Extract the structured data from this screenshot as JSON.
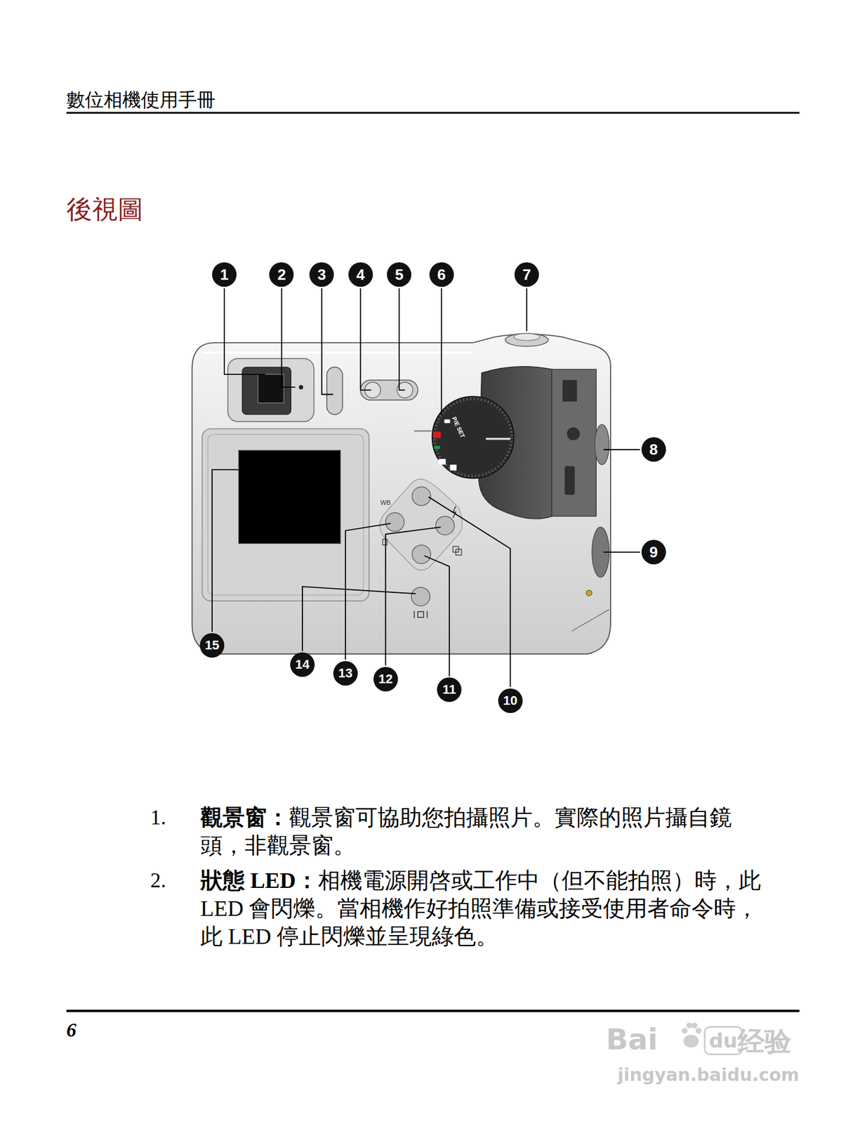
{
  "diagram": {
    "title": "後視圖",
    "labels": [
      "數位相機使用手冊",
      "1",
      "2",
      "3",
      "4",
      "5",
      "6",
      "7",
      "8",
      "9",
      "10",
      "11",
      "12",
      "13",
      "14",
      "15",
      "WB",
      "P/E SET",
      "1.",
      "觀景窗：",
      "觀景窗可協助您拍攝照片。實際的照片攝自鏡頭，非觀景窗。",
      "2.",
      "狀態 LED：",
      "相機電源開啓或工作中（但不能拍照）時，此 LED 會閃爍。當相機作好拍照準備或接受使用者命令時，此 LED 停止閃爍並呈現綠色。",
      "6",
      "Bai",
      "du",
      "经验",
      "jingyan.baidu.com"
    ]
  }
}
